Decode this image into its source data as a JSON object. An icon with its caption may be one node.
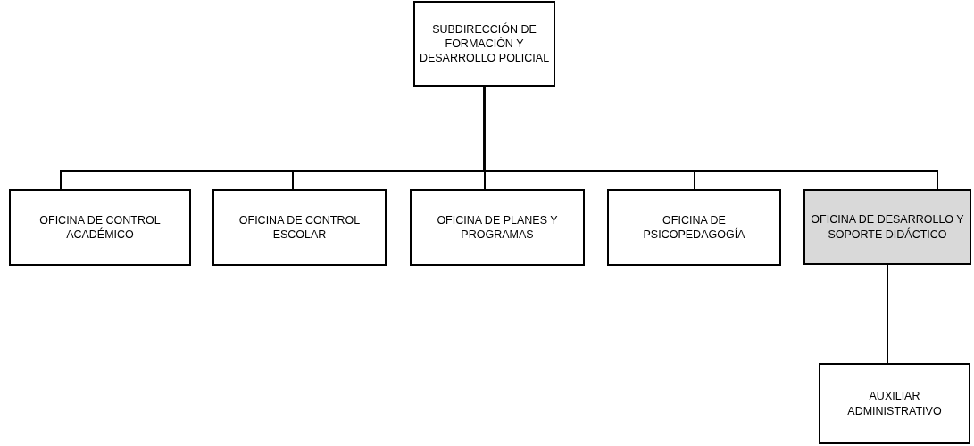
{
  "diagram": {
    "nodes": [
      {
        "text": [
          "SUBDIRECCIÓN DE FORMACIÓN Y DESARROLLO POLICIAL"
        ]
      },
      {
        "text": [
          "OFICINA DE CONTROL ACADÉMICO"
        ]
      },
      {
        "text": [
          "OFICINA DE CONTROL ESCOLAR"
        ]
      },
      {
        "text": [
          "OFICINA DE PLANES Y PROGRAMAS"
        ]
      },
      {
        "text": [
          "OFICINA DE PSICOPEDAGOGÍA"
        ]
      },
      {
        "text": [
          "OFICINA DE DESARROLLO Y SOPORTE DIDÁCTICO"
        ]
      },
      {
        "text": [
          "AUXILIAR ADMINISTRATIVO"
        ]
      }
    ],
    "edges": [
      {
        "from": 0,
        "to": 1,
        "arrow": "none"
      },
      {
        "from": 0,
        "to": 2,
        "arrow": "none"
      },
      {
        "from": 0,
        "to": 3,
        "arrow": "none"
      },
      {
        "from": 0,
        "to": 4,
        "arrow": "none"
      },
      {
        "from": 0,
        "to": 5,
        "arrow": "none"
      },
      {
        "from": 5,
        "to": 6,
        "arrow": "none"
      }
    ]
  }
}
